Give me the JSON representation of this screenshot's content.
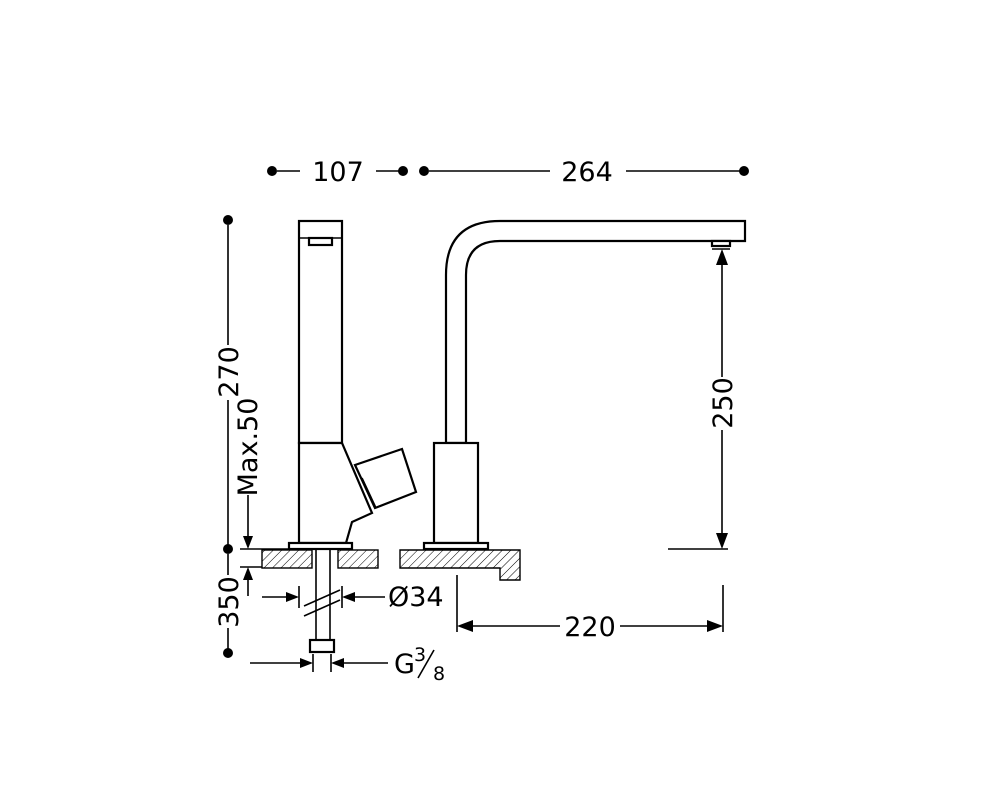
{
  "dimensions": {
    "width_107": "107",
    "width_264": "264",
    "height_270": "270",
    "height_max50": "Max.50",
    "height_250": "250",
    "depth_350": "350",
    "hole_diameter": "Ø34",
    "thread": "G",
    "thread_num": "3",
    "thread_den": "8",
    "reach_220": "220"
  },
  "colors": {
    "line": "#000000",
    "background": "#ffffff"
  }
}
